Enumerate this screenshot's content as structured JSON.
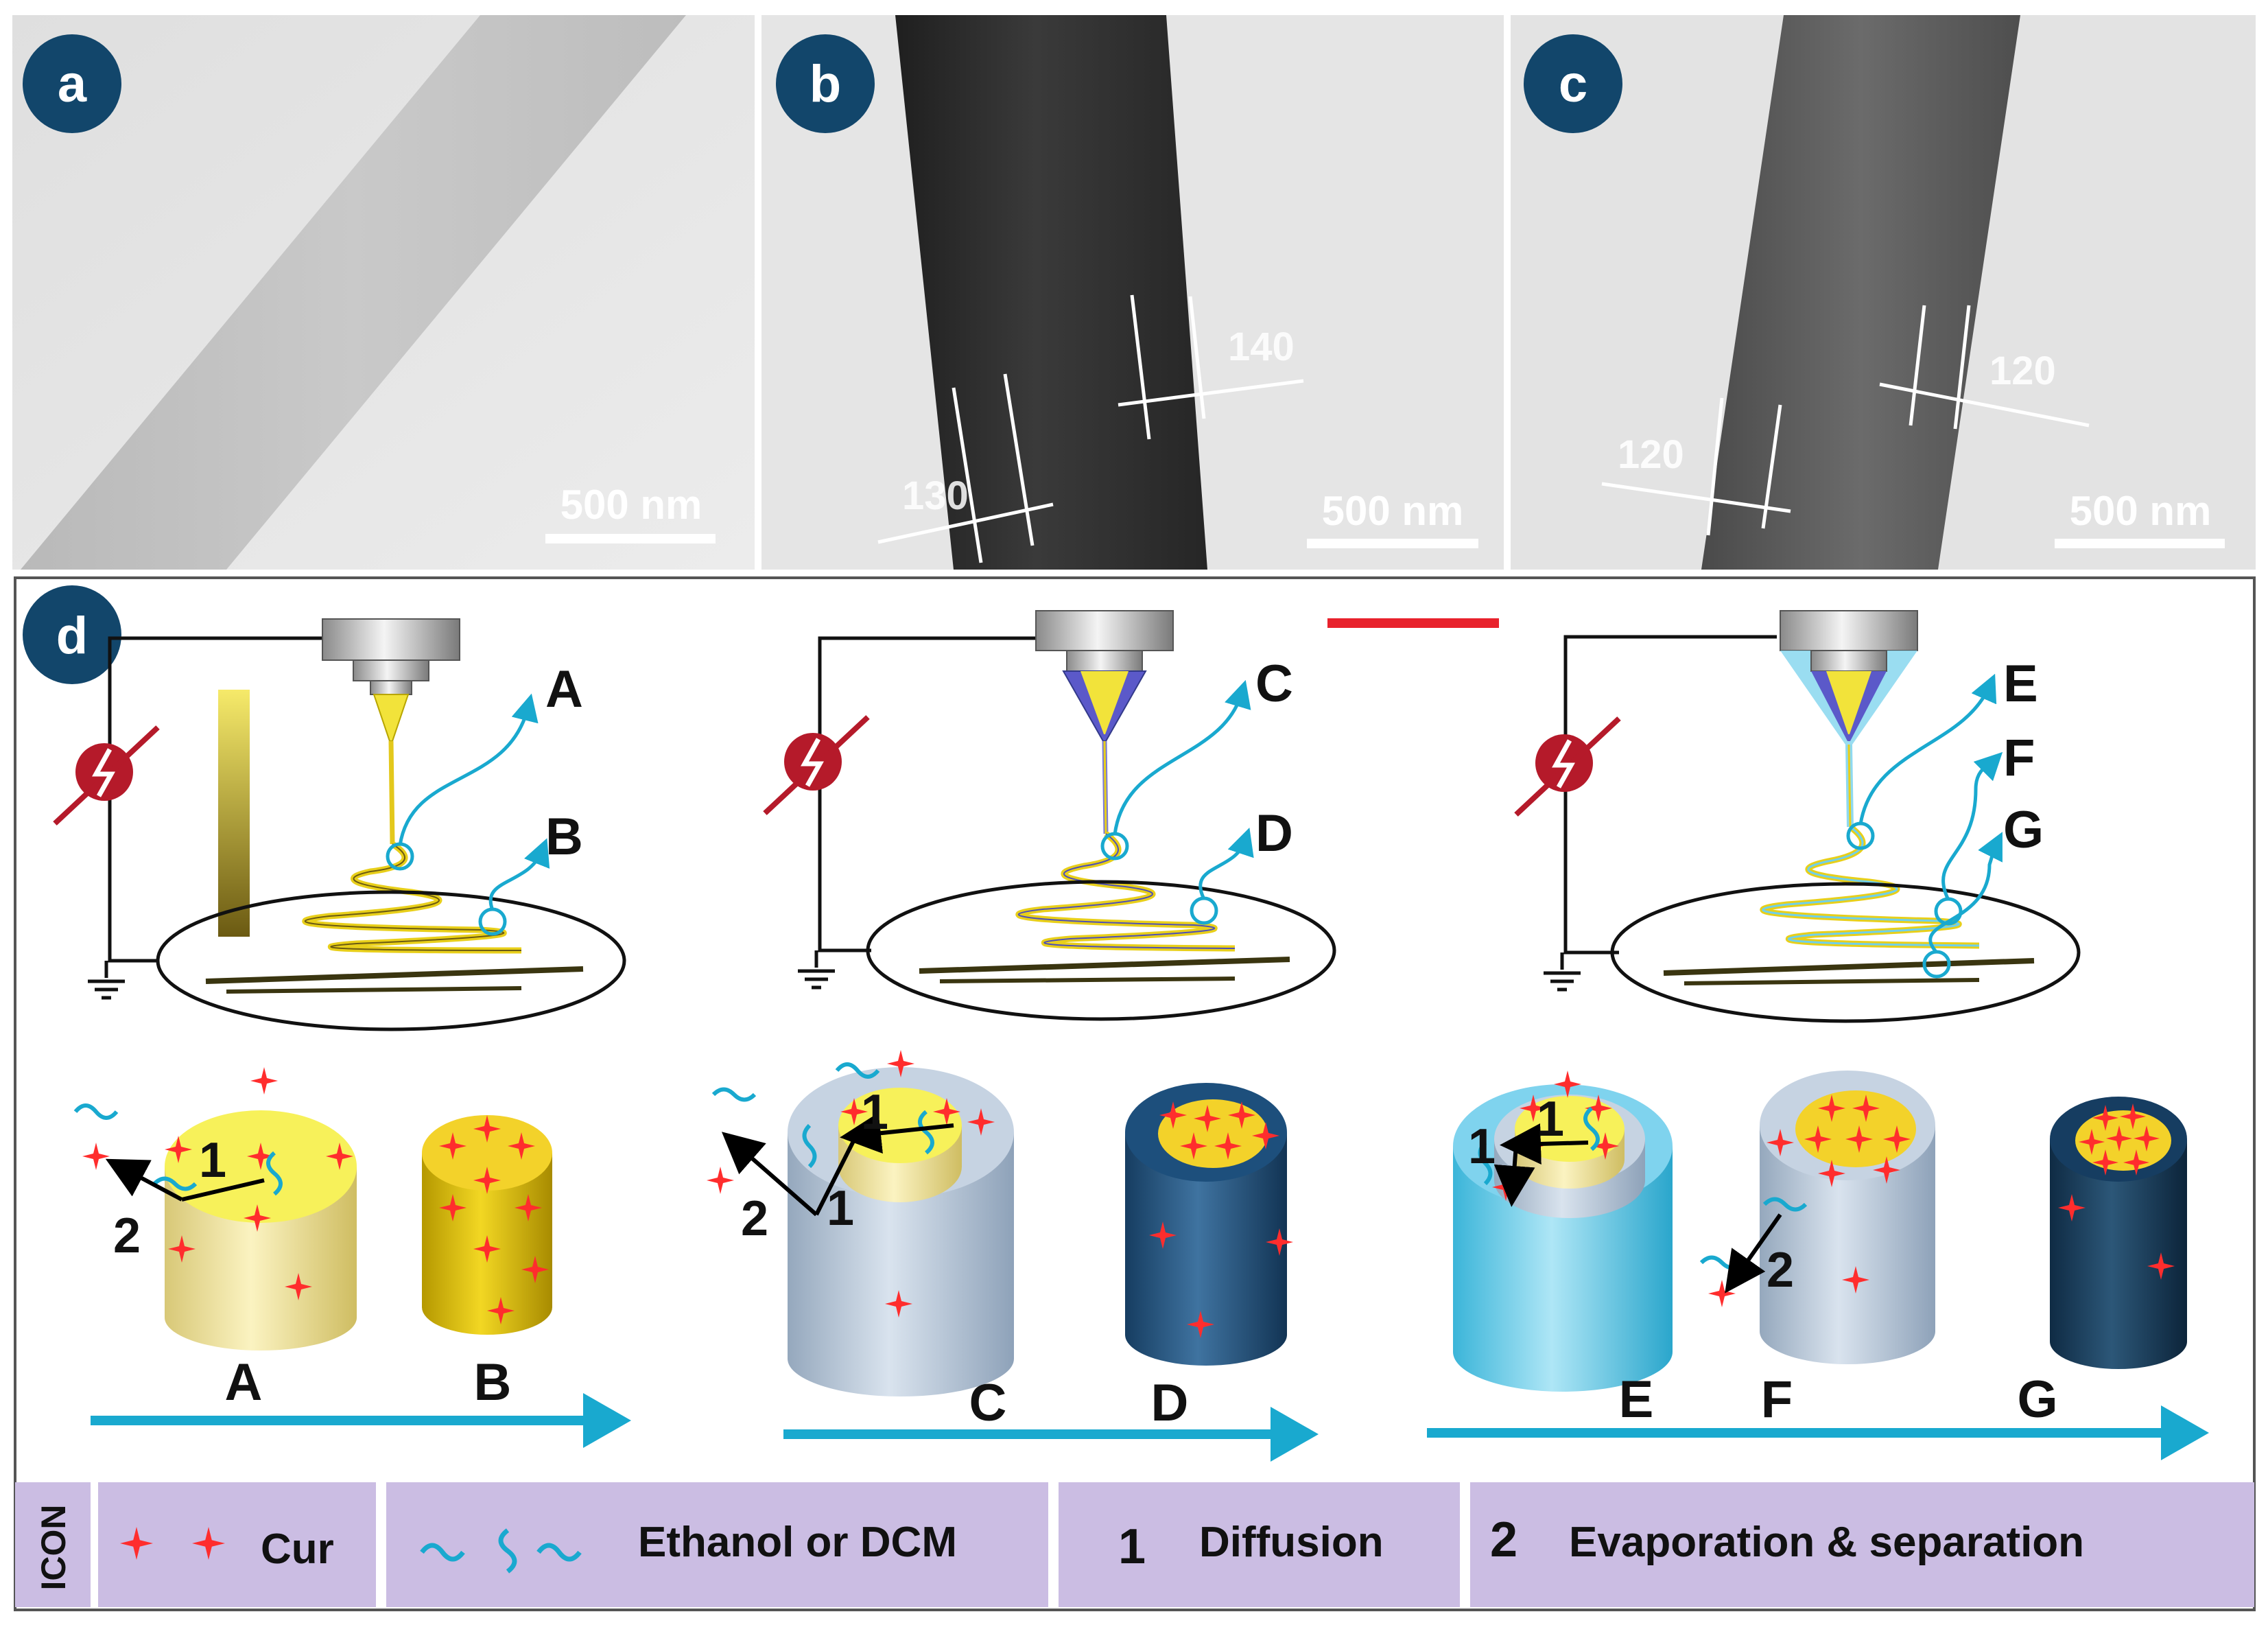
{
  "panels": {
    "a": {
      "label": "a",
      "scale_bar": "500 nm"
    },
    "b": {
      "label": "b",
      "scale_bar": "500 nm",
      "measurements": [
        "130",
        "140"
      ]
    },
    "c": {
      "label": "c",
      "scale_bar": "500 nm",
      "measurements": [
        "120",
        "120"
      ]
    },
    "d": {
      "label": "d"
    }
  },
  "schematic": {
    "jet_labels": [
      "A",
      "B",
      "C",
      "D",
      "E",
      "F",
      "G"
    ],
    "step_labels": [
      "1",
      "2",
      "1",
      "1",
      "2",
      "1",
      "1",
      "2"
    ],
    "fiber_labels": [
      "A",
      "B",
      "C",
      "D",
      "E",
      "F",
      "G"
    ]
  },
  "legend": {
    "title": "ICON",
    "items": [
      {
        "number": "",
        "text": "Cur"
      },
      {
        "number": "",
        "text": "Ethanol or DCM"
      },
      {
        "number": "1",
        "text": "Diffusion"
      },
      {
        "number": "2",
        "text": "Evaporation & separation"
      }
    ]
  },
  "colors": {
    "panel_badge": "#12466b",
    "jet_core": "#f2e33a",
    "shell_light": "#b7c7da",
    "shell_dark": "#1d4f7c",
    "cyan": "#19a9cf",
    "star": "#ff2d2d",
    "legend_bg": "#cbbde3",
    "source_red": "#b51a2a"
  }
}
